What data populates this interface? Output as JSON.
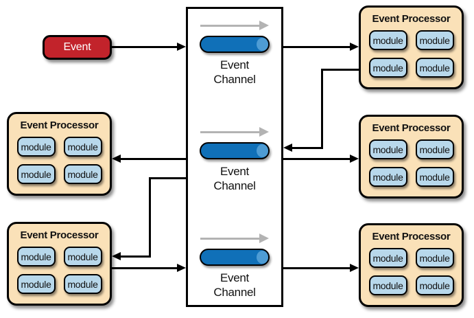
{
  "labels": {
    "event": "Event",
    "channel_line1": "Event",
    "channel_line2": "Channel",
    "processor_title": "Event Processor",
    "module": "module"
  },
  "colors": {
    "event_fill": "#c2232b",
    "processor_fill": "#fae1b8",
    "module_fill": "#b8d8eb",
    "channel_cylinder": "#1070b8",
    "channel_cylinder_cap": "#4e9cd4",
    "flow_arrow": "#b3b3b3",
    "connector": "#000000"
  },
  "structure": {
    "channels": [
      "channel-1",
      "channel-2",
      "channel-3"
    ],
    "processors": [
      "left-middle",
      "left-bottom",
      "right-top",
      "right-middle",
      "right-bottom"
    ],
    "modules_per_processor": 4,
    "flows": [
      {
        "from": "event",
        "to": "channel-1"
      },
      {
        "from": "channel-1",
        "to": "processor-right-top"
      },
      {
        "from": "processor-right-top",
        "to": "channel-2"
      },
      {
        "from": "channel-2",
        "to": "processor-right-middle"
      },
      {
        "from": "channel-2",
        "to": "processor-left-middle"
      },
      {
        "from": "channel-2",
        "to": "processor-left-bottom"
      },
      {
        "from": "processor-left-bottom",
        "to": "channel-3"
      },
      {
        "from": "channel-3",
        "to": "processor-right-bottom"
      }
    ]
  }
}
